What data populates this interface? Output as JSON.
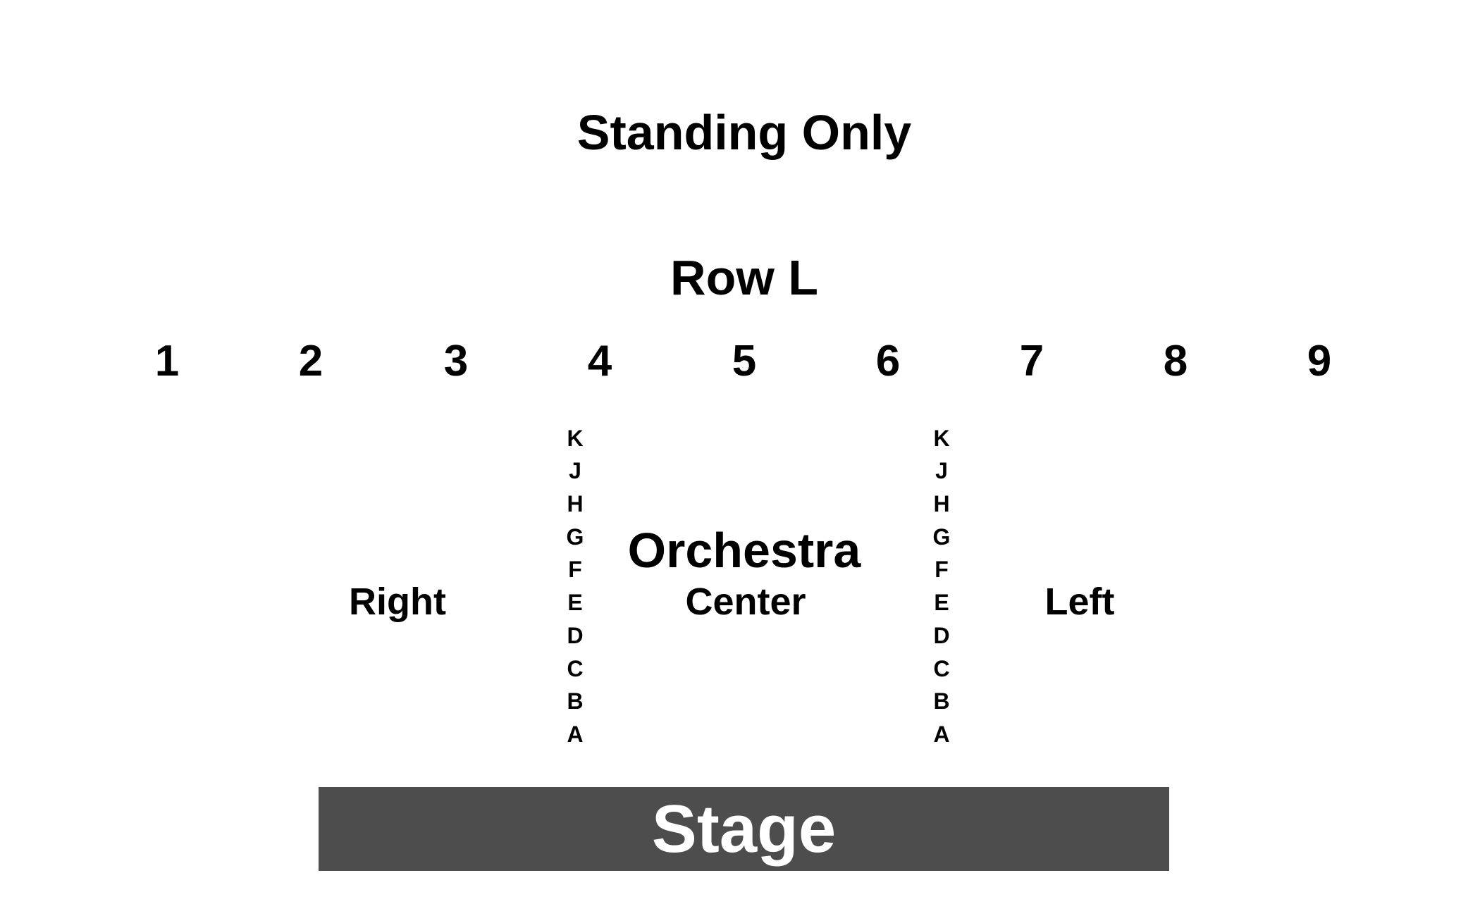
{
  "venue_map": {
    "standing_label": "Standing Only",
    "row_l_label": "Row L",
    "seat_numbers": [
      "1",
      "2",
      "3",
      "4",
      "5",
      "6",
      "7",
      "8",
      "9"
    ],
    "orchestra_label": "Orchestra",
    "sections": {
      "right": "Right",
      "center": "Center",
      "left": "Left"
    },
    "aisle_rows": [
      "K",
      "J",
      "H",
      "G",
      "F",
      "E",
      "D",
      "C",
      "B",
      "A"
    ],
    "stage_label": "Stage",
    "colors": {
      "stage_fill": "#4d4d4d",
      "stage_text": "#ffffff",
      "text": "#000000",
      "background": "#ffffff"
    }
  }
}
